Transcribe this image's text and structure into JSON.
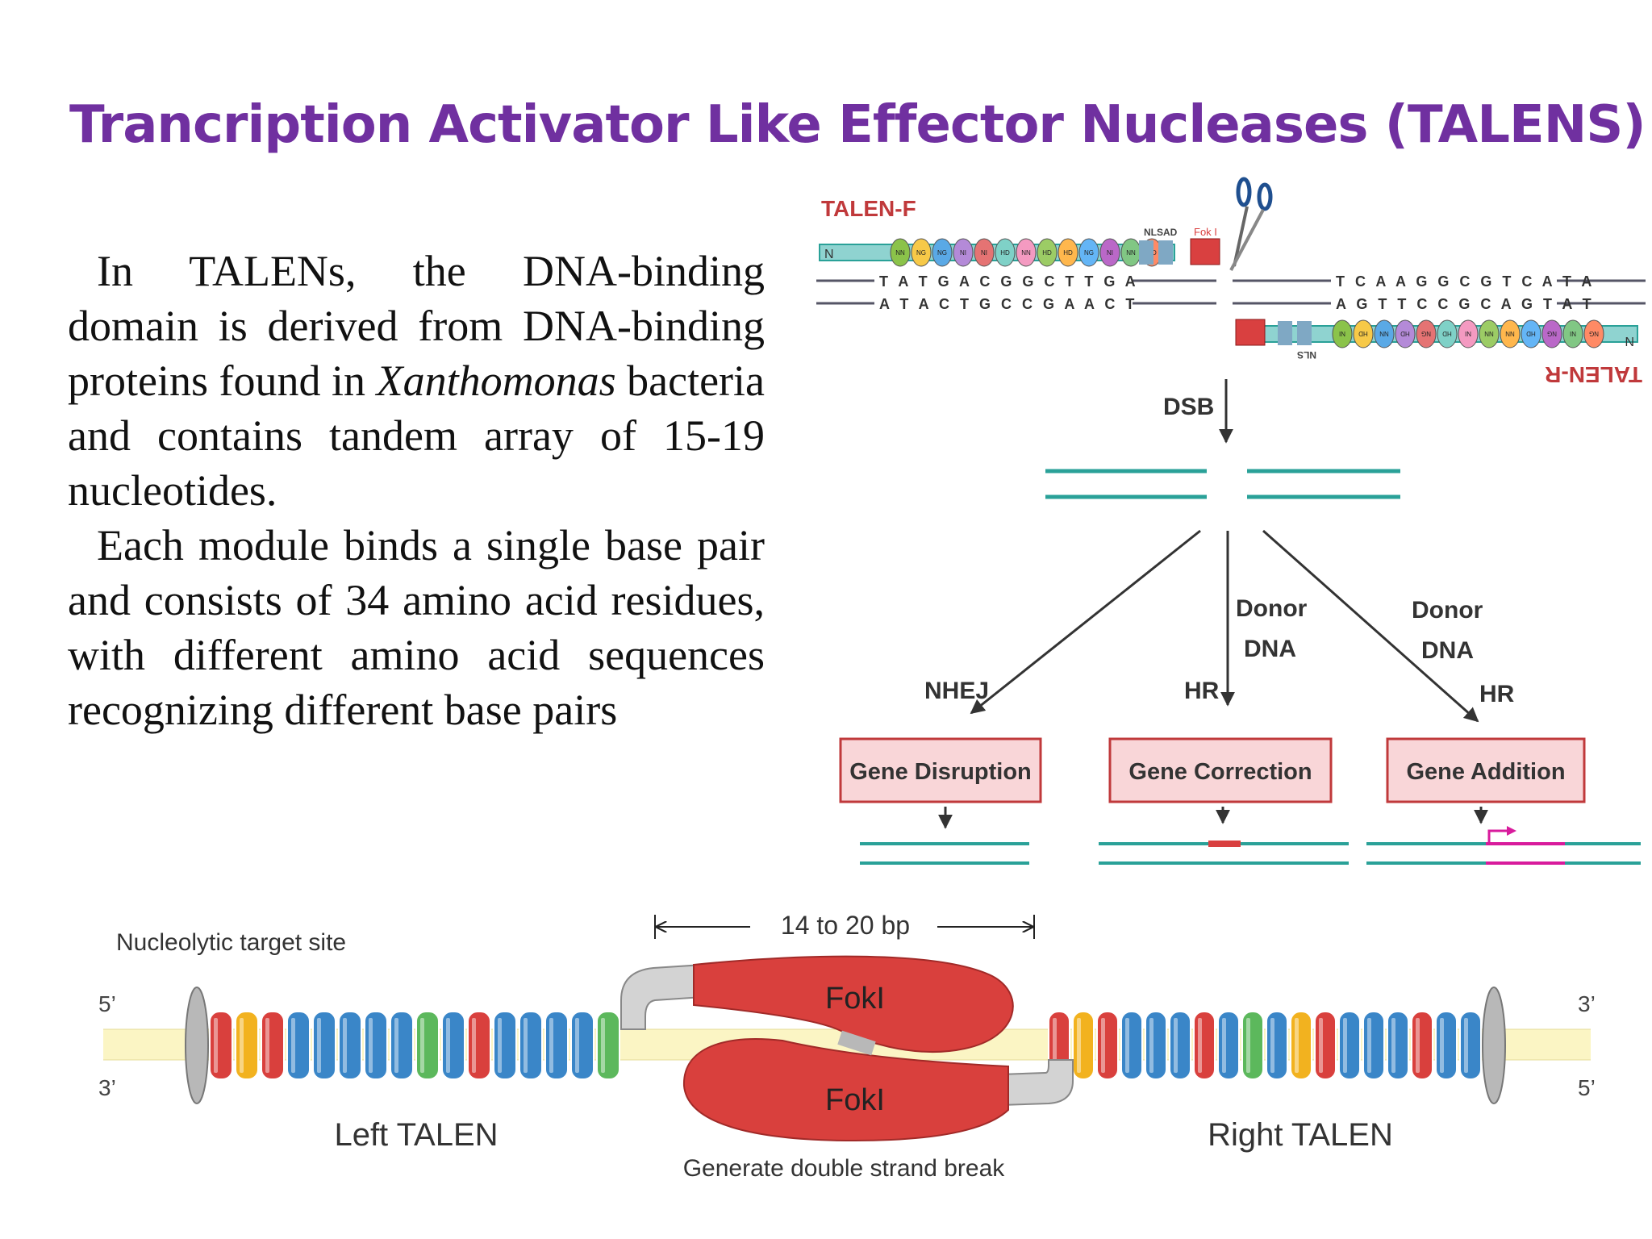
{
  "slide": {
    "title": "Trancription Activator Like Effector Nucleases (TALENS)",
    "paragraph1": {
      "before": "In TALENs, the DNA-binding domain is derived from DNA-binding proteins found in ",
      "italic": "Xanthomonas",
      "after": " bacteria and contains tandem array of 15-19 nucleotides."
    },
    "paragraph2": "Each module binds a single base pair and consists of 34 amino acid residues, with different amino acid sequences recognizing different base pairs"
  },
  "top_diagram": {
    "talen_f": "TALEN-F",
    "talen_r": "TALEN-R",
    "n_terminal": "N",
    "nls": "NLS",
    "ad": "AD",
    "foki": "Fok I",
    "left_top_seq": "T A T G A C G G C T T G A",
    "left_bottom_seq": "A T A C T G C C G A A C T",
    "right_top_seq": "T C A A G G C G T C A T A",
    "right_bottom_seq": "A G T T C C G C A G T A T",
    "rvd_f": [
      "NN",
      "NG",
      "NG",
      "NI",
      "NI",
      "HD",
      "NN",
      "HD",
      "HD",
      "NG",
      "NI",
      "NN",
      "HD"
    ],
    "rvd_r": [
      "NI",
      "HD",
      "NN",
      "HD",
      "NG",
      "HD",
      "NI",
      "NN",
      "NN",
      "HD",
      "NG",
      "NI",
      "NG"
    ],
    "dsb": "DSB",
    "donor_dna": "Donor DNA",
    "donor_line1": "Donor",
    "donor_line2": "DNA",
    "nhej": "NHEJ",
    "hr": "HR",
    "outcomes": [
      "Gene Disruption",
      "Gene Correction",
      "Gene Addition"
    ],
    "colors": {
      "dna": "#2aa198",
      "box_fill": "#f9d6d8",
      "box_stroke": "#c0393b",
      "foki": "#d94040",
      "insert": "#d81b9c"
    }
  },
  "bottom_diagram": {
    "target_site_label": "Nucleolytic target site",
    "spacer_label": "14 to 20 bp",
    "foki_top": "FokI",
    "foki_bottom": "FokI",
    "left_talen": "Left TALEN",
    "right_talen": "Right TALEN",
    "dsb_label": "Generate double strand break",
    "five_prime": "5’",
    "three_prime": "3’",
    "left_modules": [
      "red",
      "yellow",
      "red",
      "blue",
      "blue",
      "blue",
      "blue",
      "blue",
      "green",
      "blue",
      "red",
      "blue",
      "blue",
      "blue",
      "blue",
      "green"
    ],
    "right_modules": [
      "red",
      "yellow",
      "red",
      "blue",
      "blue",
      "blue",
      "red",
      "blue",
      "green",
      "blue",
      "yellow",
      "red",
      "blue",
      "blue",
      "blue",
      "red",
      "blue",
      "blue"
    ],
    "colors": {
      "red": "#d9403d",
      "yellow": "#f2b21f",
      "blue": "#3a86c8",
      "green": "#5cb85c",
      "dna": "#fbf5c4",
      "foki": "#d9403d"
    }
  }
}
